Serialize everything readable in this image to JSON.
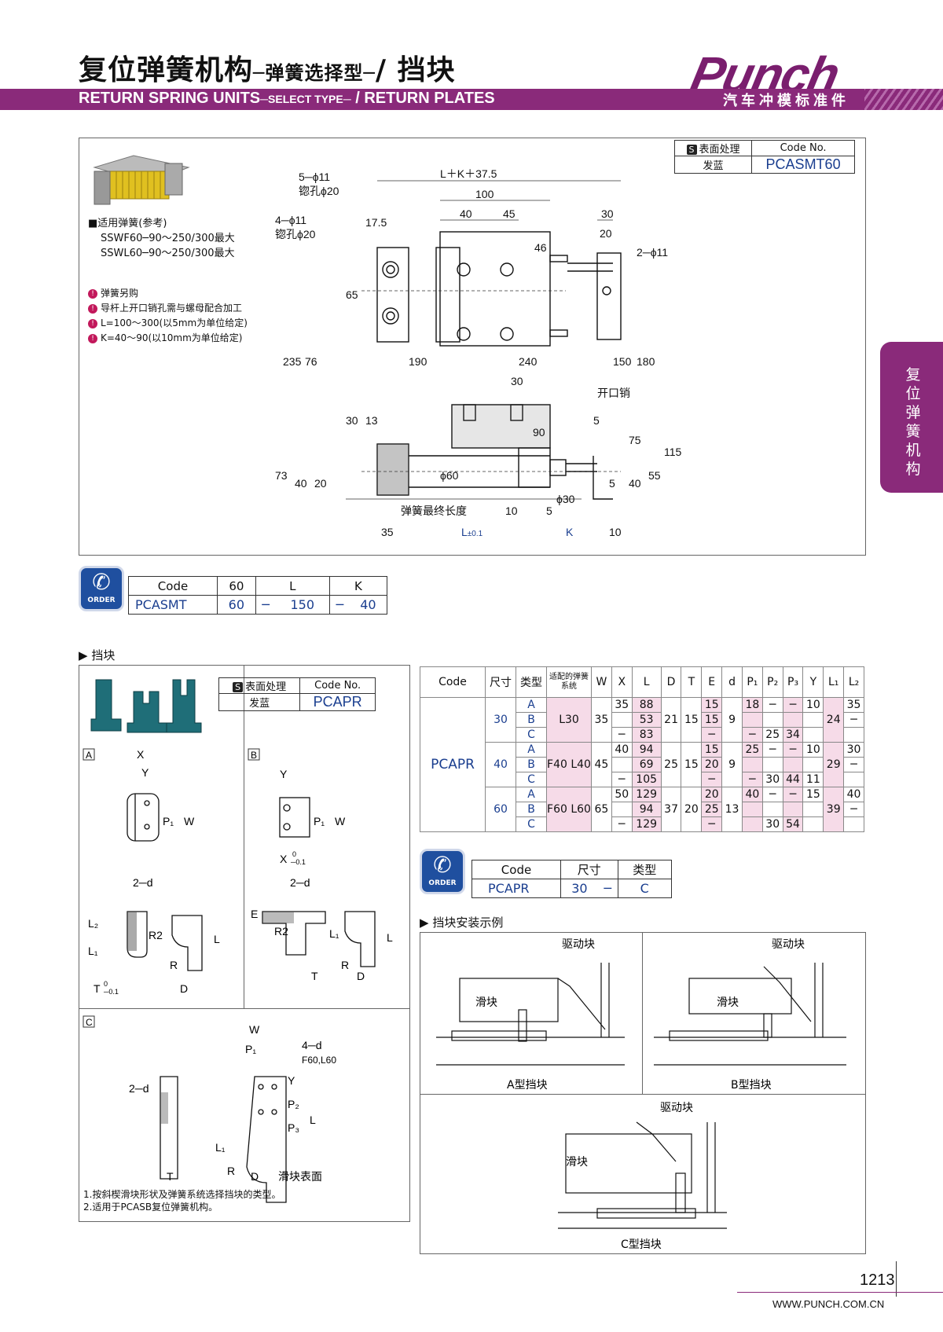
{
  "header": {
    "title_cn": "复位弹簧机构",
    "title_cn_sub": "─弹簧选择型─",
    "title_cn_end": "/ 挡块",
    "title_en": "RETURN SPRING UNITS",
    "title_en_sub": "─SELECT TYPE─",
    "title_en_end": "/ RETURN PLATES",
    "logo": "Punch",
    "logo_sub": "汽车冲模标准件"
  },
  "side_tab": "复位弹簧机构",
  "unit1": {
    "surface_label": "表面处理",
    "code_no_label": "Code No.",
    "surface": "发蓝",
    "code_no": "PCASMT60",
    "spring_title": "■适用弹簧(参考)",
    "spring_1": "SSWF60─90～250/300最大",
    "spring_2": "SSWL60─90～250/300最大",
    "notes": [
      "弹簧另购",
      "导杆上开口销孔需与螺母配合加工",
      "L=100～300(以5mm为单位给定)",
      "K=40～90(以10mm为单位给定)"
    ],
    "dims": {
      "d1": "5─ϕ11",
      "d1b": "锪孔ϕ20",
      "d2": "4─ϕ11",
      "d2b": "锪孔ϕ20",
      "d3": "17.5",
      "top": "L＋K＋37.5",
      "w100": "100",
      "w40": "40",
      "w45": "45",
      "w30": "30",
      "w20": "20",
      "hole": "2─ϕ11",
      "h46": "46",
      "h65": "65",
      "v235": "235",
      "v76": "76",
      "v190": "190",
      "v240": "240",
      "v150": "150",
      "v180": "180",
      "s30": "30",
      "pin": "开口销",
      "s5": "5",
      "s30v": "30",
      "s13": "13",
      "s90": "90",
      "s75": "75",
      "s115": "115",
      "s73": "73",
      "s40": "40",
      "s20": "20",
      "phi60": "ϕ60",
      "s55": "55",
      "s40b": "40",
      "s5b": "5",
      "phi30": "ϕ30",
      "s5c": "5",
      "spring_len": "弹簧最终长度",
      "s10": "10",
      "b35": "35",
      "bL": "L",
      "bL_tol": "±0.1",
      "bK": "K",
      "b10": "10"
    },
    "order": {
      "headers": [
        "Code",
        "60",
        "L",
        "K"
      ],
      "values": [
        "PCASMT",
        "60",
        "─",
        "150",
        "─",
        "40"
      ],
      "icon_text": "ORDER"
    }
  },
  "unit2": {
    "section": "挡块",
    "surface_label": "表面处理",
    "code_no_label": "Code No.",
    "surface": "发蓝",
    "code_no": "PCAPR",
    "types": {
      "a": "A",
      "b": "B",
      "c": "C"
    },
    "labels": {
      "x": "X",
      "y": "Y",
      "p1": "P₁",
      "w": "W",
      "d2": "2─d",
      "l2": "L₂",
      "l1": "L₁",
      "r2": "R2",
      "r": "R",
      "l": "L",
      "t": "T",
      "d": "D",
      "t_tol": "─0.1",
      "x_tol": "─0.1",
      "e": "E",
      "zero": "0",
      "fourd": "4─d",
      "f60": "F60,L60",
      "p2": "P₂",
      "p3": "P₃",
      "slide": "滑块表面"
    },
    "footnote_1": "1.按斜楔滑块形状及弹簧系统选择挡块的类型。",
    "footnote_2": "2.适用于PCASB复位弹簧机构。",
    "table": {
      "headers": [
        "Code",
        "尺寸",
        "类型",
        "适配的弹簧系统",
        "W",
        "X",
        "L",
        "D",
        "T",
        "E",
        "d",
        "P₁",
        "P₂",
        "P₃",
        "Y",
        "L₁",
        "L₂"
      ],
      "code": "PCAPR",
      "groups": [
        {
          "size": "30",
          "sys": "L30",
          "W": "35",
          "D": "21",
          "T": "15",
          "d": "9",
          "L1": "24",
          "rows": [
            {
              "type": "A",
              "X": "35",
              "L": "88",
              "E": "15",
              "P1": "18",
              "P2": "─",
              "P3": "─",
              "Y": "10",
              "L2": "35"
            },
            {
              "type": "B",
              "X": "",
              "L": "53",
              "E": "15",
              "P1": "",
              "P2": "",
              "P3": "",
              "Y": "",
              "L2": "─"
            },
            {
              "type": "C",
              "X": "─",
              "L": "83",
              "E": "─",
              "P1": "─",
              "P2": "25",
              "P3": "34",
              "Y": "",
              "L2": ""
            }
          ]
        },
        {
          "size": "40",
          "sys": "F40 L40",
          "W": "45",
          "D": "25",
          "T": "15",
          "d": "9",
          "L1": "29",
          "rows": [
            {
              "type": "A",
              "X": "40",
              "L": "94",
              "E": "15",
              "P1": "25",
              "P2": "─",
              "P3": "─",
              "Y": "10",
              "L2": "30"
            },
            {
              "type": "B",
              "X": "",
              "L": "69",
              "E": "20",
              "P1": "",
              "P2": "",
              "P3": "",
              "Y": "",
              "L2": "─"
            },
            {
              "type": "C",
              "X": "─",
              "L": "105",
              "E": "─",
              "P1": "─",
              "P2": "30",
              "P3": "44",
              "Y": "11",
              "L2": ""
            }
          ]
        },
        {
          "size": "60",
          "sys": "F60 L60",
          "W": "65",
          "D": "37",
          "T": "20",
          "d": "13",
          "L1": "39",
          "rows": [
            {
              "type": "A",
              "X": "50",
              "L": "129",
              "E": "20",
              "P1": "40",
              "P2": "─",
              "P3": "─",
              "Y": "15",
              "L2": "40"
            },
            {
              "type": "B",
              "X": "",
              "L": "94",
              "E": "25",
              "P1": "",
              "P2": "",
              "P3": "",
              "Y": "",
              "L2": "─"
            },
            {
              "type": "C",
              "X": "─",
              "L": "129",
              "E": "─",
              "P1": "",
              "P2": "30",
              "P3": "54",
              "Y": "",
              "L2": ""
            }
          ]
        }
      ]
    },
    "order": {
      "headers": [
        "Code",
        "尺寸",
        "类型"
      ],
      "values": [
        "PCAPR",
        "30",
        "─",
        "C"
      ],
      "icon_text": "ORDER"
    },
    "install": {
      "title": "挡块安装示例",
      "drive": "驱动块",
      "slider": "滑块",
      "a": "A型挡块",
      "b": "B型挡块",
      "c": "C型挡块"
    }
  },
  "footer": {
    "page": "1213",
    "url": "WWW.PUNCH.COM.CN"
  },
  "colors": {
    "brand": "#8a2a7a",
    "blue": "#1a3e8f",
    "pink": "#f6dbe8"
  }
}
